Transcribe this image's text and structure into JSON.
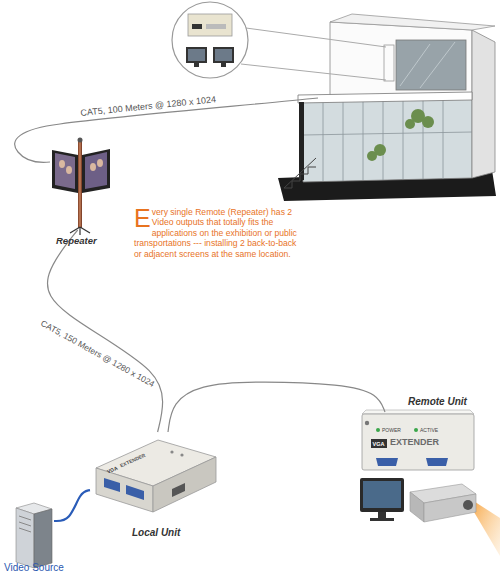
{
  "diagram": {
    "nodes": [
      {
        "text": [
          "Repeater"
        ]
      },
      {
        "text": [
          "Remote Unit"
        ]
      },
      {
        "text": [
          "Local Unit"
        ]
      },
      {
        "text": [
          "Video Source"
        ]
      }
    ],
    "edges": [
      {
        "from": 2,
        "to": 0,
        "arrow": "none",
        "label": "CAT5, 150 Meters @ 1280 x 1024"
      },
      {
        "from": 2,
        "to": 1,
        "arrow": "none"
      },
      {
        "from": 3,
        "to": 2,
        "arrow": "none"
      }
    ],
    "labels": [
      "CAT5, 100 Meters @ 1280 x 1024",
      "Every single Remote (Repeater) has 2 Video outputs that totally fits the applications on the exhibition or public transportations --- installing 2 back-to-back or adjacent screens at the same location.",
      "POWER",
      "ACTIVE",
      "VGA",
      "EXTENDER",
      "VGA",
      "EXTENDER"
    ]
  }
}
